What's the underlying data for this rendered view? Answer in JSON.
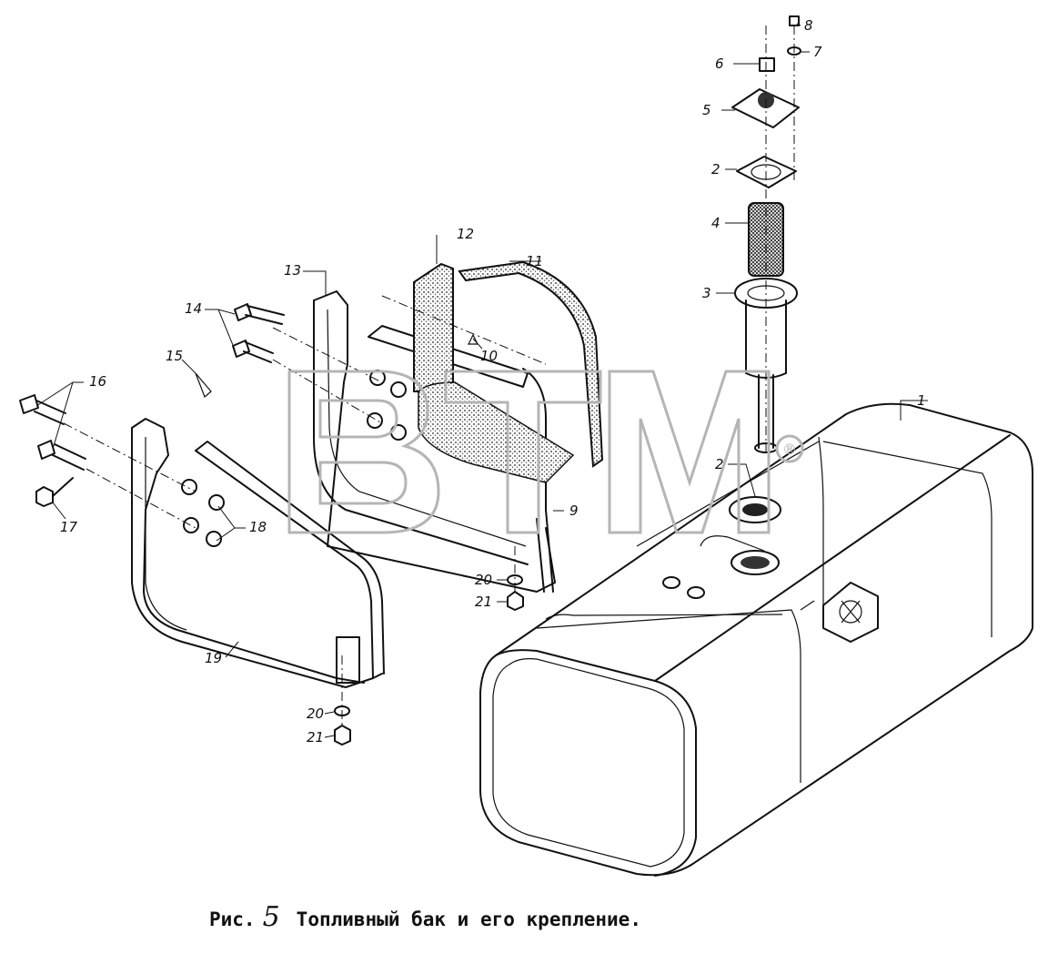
{
  "watermark": {
    "text": "BTM",
    "registered_mark": "®"
  },
  "callouts": [
    {
      "id": "c1",
      "label": "1"
    },
    {
      "id": "c2a",
      "label": "2"
    },
    {
      "id": "c2b",
      "label": "2"
    },
    {
      "id": "c3",
      "label": "3"
    },
    {
      "id": "c4",
      "label": "4"
    },
    {
      "id": "c5",
      "label": "5"
    },
    {
      "id": "c6",
      "label": "6"
    },
    {
      "id": "c7",
      "label": "7"
    },
    {
      "id": "c8",
      "label": "8"
    },
    {
      "id": "c9",
      "label": "9"
    },
    {
      "id": "c10",
      "label": "10"
    },
    {
      "id": "c11",
      "label": "11"
    },
    {
      "id": "c12",
      "label": "12"
    },
    {
      "id": "c13",
      "label": "13"
    },
    {
      "id": "c14",
      "label": "14"
    },
    {
      "id": "c15",
      "label": "15"
    },
    {
      "id": "c16",
      "label": "16"
    },
    {
      "id": "c17",
      "label": "17"
    },
    {
      "id": "c18",
      "label": "18"
    },
    {
      "id": "c19",
      "label": "19"
    },
    {
      "id": "c20a",
      "label": "20"
    },
    {
      "id": "c20b",
      "label": "20"
    },
    {
      "id": "c21a",
      "label": "21"
    },
    {
      "id": "c21b",
      "label": "21"
    }
  ],
  "caption": {
    "prefix": "Рис.",
    "figure_number": "5",
    "title": "Топливный бак и его крепление."
  },
  "colors": {
    "ink": "#111111",
    "watermark": "#b5b5b5",
    "background": "#ffffff"
  }
}
